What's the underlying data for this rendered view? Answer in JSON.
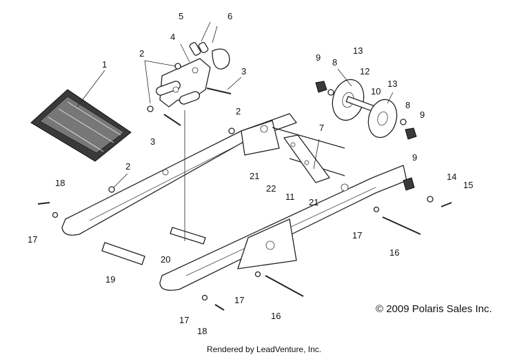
{
  "callouts": {
    "c1": "1",
    "c2a": "2",
    "c2b": "2",
    "c2c": "2",
    "c3a": "3",
    "c3b": "3",
    "c4": "4",
    "c5": "5",
    "c6": "6",
    "c7": "7",
    "c8a": "8",
    "c8b": "8",
    "c9a": "9",
    "c9b": "9",
    "c9c": "9",
    "c10": "10",
    "c11": "11",
    "c12": "12",
    "c13a": "13",
    "c13b": "13",
    "c14": "14",
    "c15": "15",
    "c16a": "16",
    "c16b": "16",
    "c17a": "17",
    "c17b": "17",
    "c17c": "17",
    "c17d": "17",
    "c18a": "18",
    "c18b": "18",
    "c19": "19",
    "c20": "20",
    "c21a": "21",
    "c21b": "21",
    "c22": "22"
  },
  "copyright": "© 2009 Polaris Sales Inc.",
  "footer": "Rendered by LeadVenture, Inc."
}
